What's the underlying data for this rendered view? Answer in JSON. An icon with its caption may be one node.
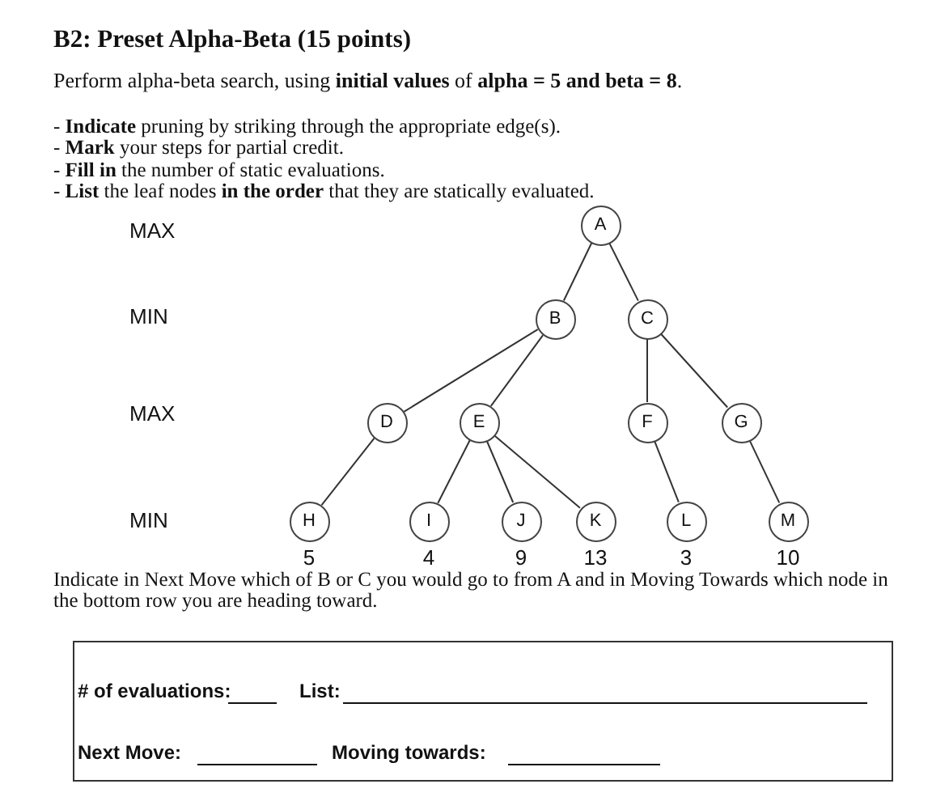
{
  "diagram": {
    "title": "B2: Preset Alpha-Beta (15 points)",
    "nodes": [
      {
        "text": [
          "A"
        ]
      },
      {
        "text": [
          "B"
        ]
      },
      {
        "text": [
          "C"
        ]
      },
      {
        "text": [
          "D"
        ]
      },
      {
        "text": [
          "E"
        ]
      },
      {
        "text": [
          "F"
        ]
      },
      {
        "text": [
          "G"
        ]
      },
      {
        "text": [
          "H"
        ],
        "beside": [
          "5"
        ]
      },
      {
        "text": [
          "I"
        ],
        "beside": [
          "4"
        ]
      },
      {
        "text": [
          "J"
        ],
        "beside": [
          "9"
        ]
      },
      {
        "text": [
          "K"
        ],
        "beside": [
          "13"
        ]
      },
      {
        "text": [
          "L"
        ],
        "beside": [
          "3"
        ]
      },
      {
        "text": [
          "M"
        ],
        "beside": [
          "10"
        ]
      },
      {
        "text": [
          "# of evaluations:",
          "List:",
          "Next Move:",
          "Moving towards:"
        ]
      }
    ],
    "edges": [
      {
        "from": 0,
        "to": 1,
        "arrow": "none"
      },
      {
        "from": 0,
        "to": 2,
        "arrow": "none"
      },
      {
        "from": 1,
        "to": 3,
        "arrow": "none"
      },
      {
        "from": 1,
        "to": 4,
        "arrow": "none"
      },
      {
        "from": 2,
        "to": 5,
        "arrow": "none"
      },
      {
        "from": 2,
        "to": 6,
        "arrow": "none"
      },
      {
        "from": 3,
        "to": 7,
        "arrow": "none"
      },
      {
        "from": 4,
        "to": 8,
        "arrow": "none"
      },
      {
        "from": 4,
        "to": 9,
        "arrow": "none"
      },
      {
        "from": 4,
        "to": 10,
        "arrow": "none"
      },
      {
        "from": 5,
        "to": 11,
        "arrow": "none"
      },
      {
        "from": 6,
        "to": 12,
        "arrow": "none"
      }
    ],
    "labels": [
      "Perform alpha-beta search, using **initial values** of **alpha = 5 and beta = 8**.",
      "- **Indicate** pruning by striking through the appropriate edge(s).",
      "- **Mark** your steps for partial credit.",
      "- **Fill in** the number of static evaluations.",
      "- **List**  the leaf nodes **in the order** that they are statically evaluated.",
      "MAX",
      "MIN",
      "MAX",
      "MIN",
      "Indicate in Next Move which of  B or C you would go to from A and in Moving Towards which node in the bottom row you are heading toward."
    ]
  }
}
